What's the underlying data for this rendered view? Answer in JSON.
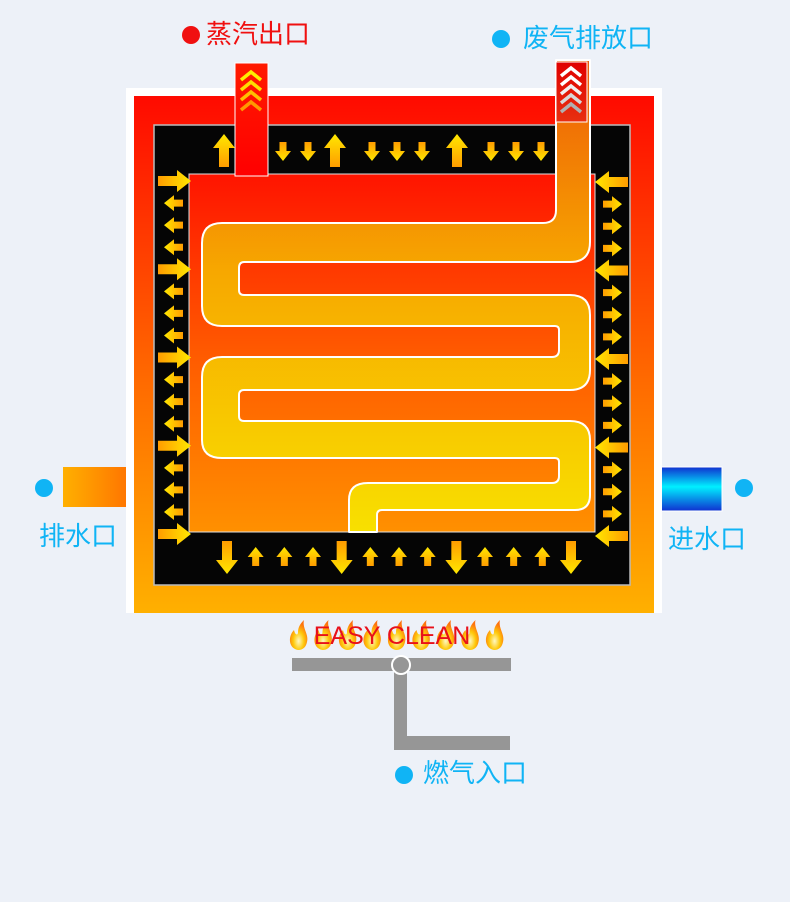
{
  "colors": {
    "steam_label": "#f01010",
    "other_label": "#10b4f5",
    "background": "#edf1f8",
    "pipe_gray": "#969696"
  },
  "labels": {
    "steam_outlet": "蒸汽出口",
    "exhaust_outlet": "废气排放口",
    "drain_outlet": "排水口",
    "water_inlet": "进水口",
    "gas_inlet": "燃气入口",
    "burner_text": "EASY CLEAN"
  },
  "arrows": {
    "top": [
      "up-big",
      "down",
      "down",
      "up-big",
      "down",
      "down",
      "down",
      "up-big",
      "down",
      "down",
      "down"
    ],
    "bottom": [
      "down-big",
      "up",
      "up",
      "up",
      "down-big",
      "up",
      "up",
      "up",
      "down-big",
      "up",
      "up",
      "up",
      "down-big"
    ],
    "left": [
      "right-big",
      "left",
      "left",
      "left",
      "right-big",
      "left",
      "left",
      "left",
      "right-big",
      "left",
      "left",
      "left",
      "right-big",
      "left",
      "left",
      "left",
      "right-big"
    ],
    "right": [
      "left-big",
      "right",
      "right",
      "right",
      "left-big",
      "right",
      "right",
      "right",
      "left-big",
      "right",
      "right",
      "right",
      "left-big",
      "right",
      "right",
      "right",
      "left-big"
    ]
  },
  "flame_count": 9
}
